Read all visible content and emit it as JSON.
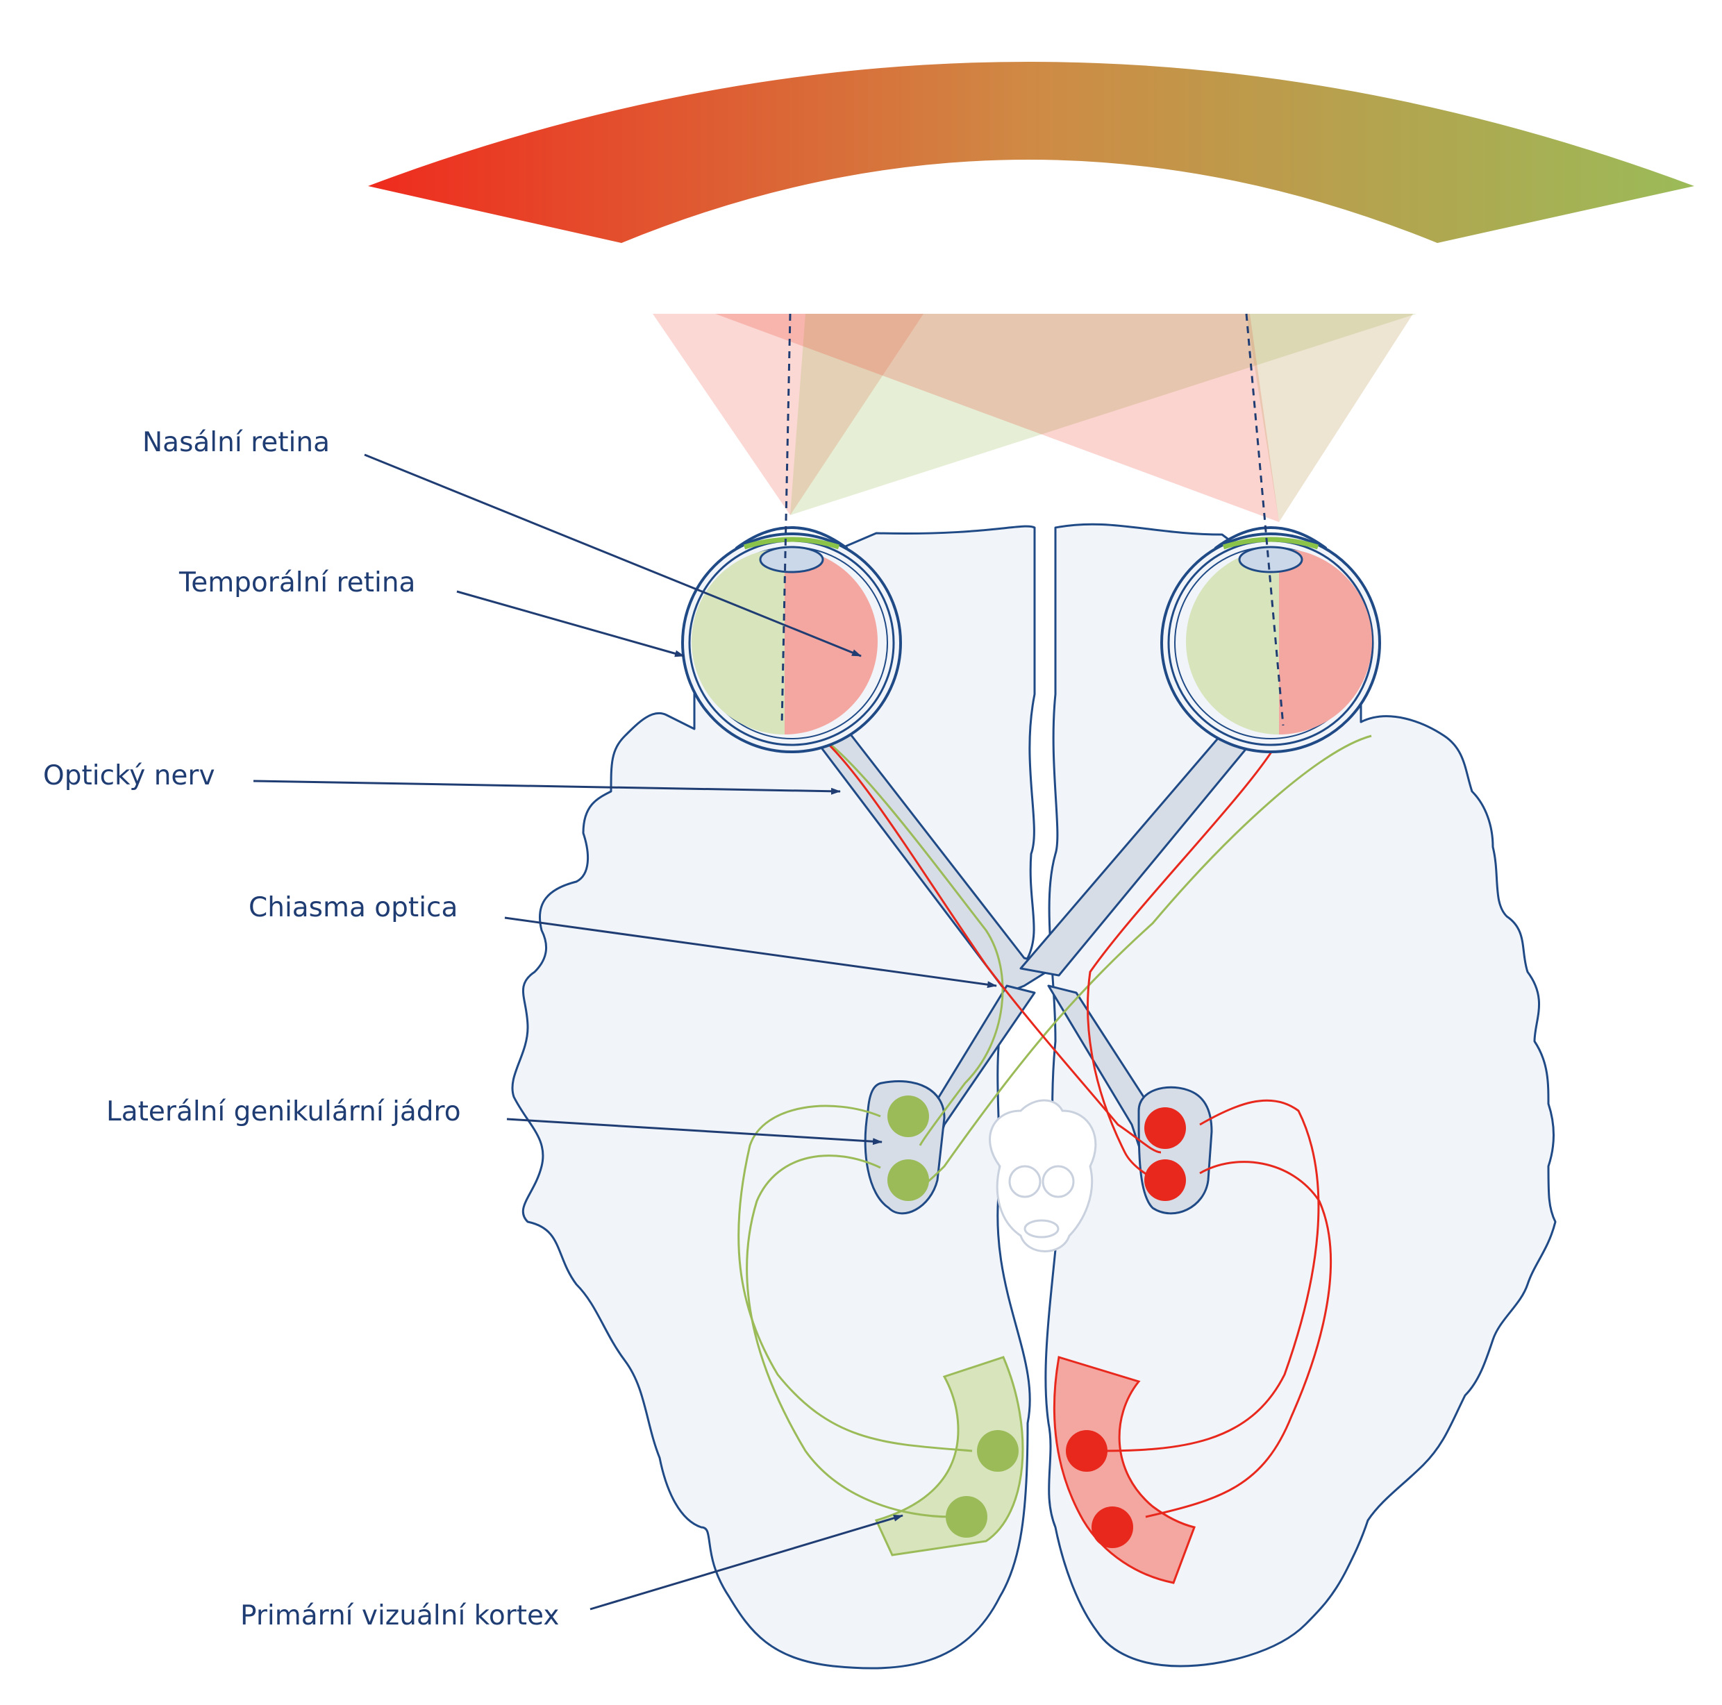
{
  "labels": {
    "nasal_retina": "Nasální retina",
    "temporal_retina": "Temporální retina",
    "optic_nerve": "Optický nerv",
    "optic_chiasm": "Chiasma optica",
    "lgn": "Laterální genikulární jádro",
    "visual_cortex": "Primární vizuální kortex"
  },
  "colors": {
    "left_field": "#ef2b1e",
    "right_field": "#9bbb58",
    "red_pathway": "#e8281c",
    "green_pathway": "#9bbb58",
    "outline": "#1f4a86",
    "label_text": "#1f3d73",
    "brain_fill": "#f1f4f9",
    "nerve_fill": "#d6dde7"
  }
}
